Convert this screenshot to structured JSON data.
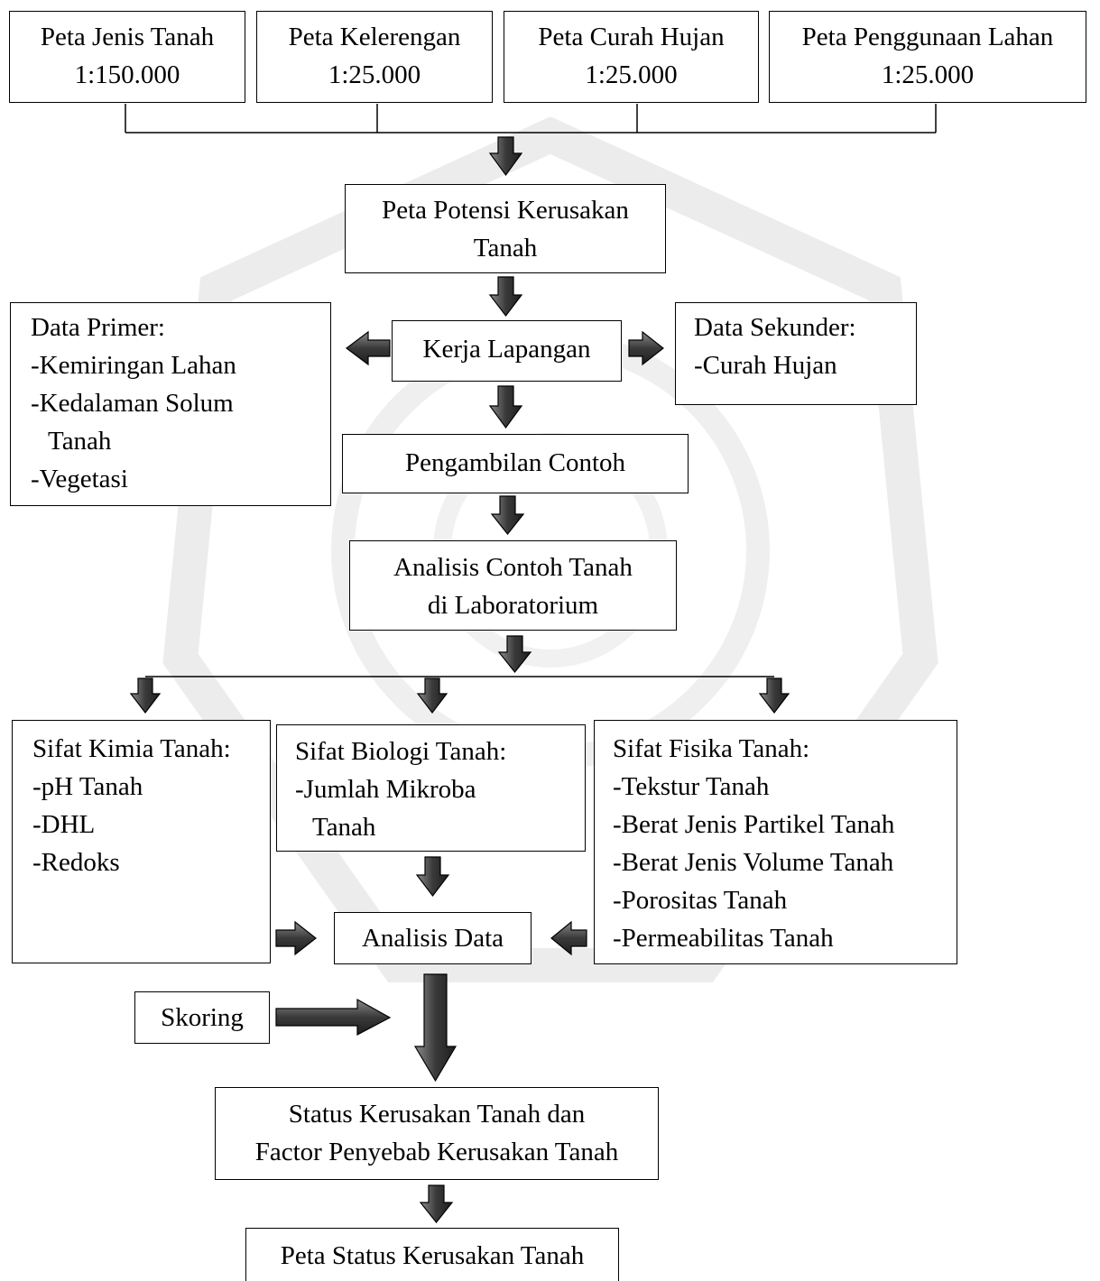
{
  "maps": [
    {
      "title": "Peta Jenis Tanah",
      "scale": "1:150.000"
    },
    {
      "title": "Peta Kelerengan",
      "scale": "1:25.000"
    },
    {
      "title": "Peta Curah Hujan",
      "scale": "1:25.000"
    },
    {
      "title": "Peta Penggunaan Lahan",
      "scale": "1:25.000"
    }
  ],
  "potensi": {
    "line1": "Peta Potensi Kerusakan",
    "line2": "Tanah"
  },
  "kerja_lapangan": "Kerja Lapangan",
  "data_primer": {
    "title": "Data Primer:",
    "items": [
      "-Kemiringan Lahan",
      "-Kedalaman Solum",
      "Tanah",
      "-Vegetasi"
    ]
  },
  "data_sekunder": {
    "title": "Data Sekunder:",
    "items": [
      "-Curah Hujan"
    ]
  },
  "pengambilan": "Pengambilan Contoh",
  "analisis_contoh": {
    "line1": "Analisis Contoh Tanah",
    "line2": "di Laboratorium"
  },
  "kimia": {
    "title": "Sifat Kimia Tanah:",
    "items": [
      "-pH Tanah",
      "-DHL",
      "-Redoks"
    ]
  },
  "biologi": {
    "title": "Sifat Biologi Tanah:",
    "items": [
      "-Jumlah Mikroba",
      "Tanah"
    ]
  },
  "fisika": {
    "title": "Sifat Fisika Tanah:",
    "items": [
      "-Tekstur Tanah",
      "-Berat Jenis Partikel Tanah",
      "-Berat Jenis Volume Tanah",
      "-Porositas Tanah",
      "-Permeabilitas Tanah"
    ]
  },
  "analisis_data": "Analisis Data",
  "skoring": "Skoring",
  "status": {
    "line1": "Status Kerusakan Tanah dan",
    "line2": "Factor Penyebab Kerusakan Tanah"
  },
  "peta_status": "Peta Status Kerusakan Tanah",
  "colors": {
    "arrow_fill": "#3a3a3a",
    "arrow_light": "#8a8a8a",
    "watermark": "#ececec"
  }
}
